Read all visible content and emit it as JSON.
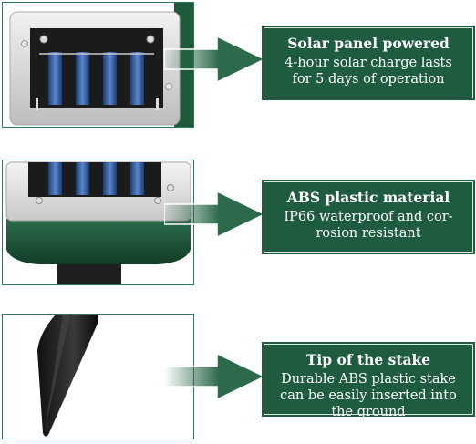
{
  "features": [
    {
      "title": "Solar panel powered",
      "desc_lines": [
        "4-hour solar charge lasts",
        "for 5 days of operation"
      ],
      "image_icon": "solar-panel-top-photo"
    },
    {
      "title": "ABS plastic material",
      "desc_lines": [
        "IP66 waterproof and cor-",
        "rosion resistant"
      ],
      "image_icon": "solar-panel-side-photo"
    },
    {
      "title": "Tip of the stake",
      "desc_lines": [
        "Durable ABS plastic stake",
        "can be easily inserted into",
        "the ground"
      ],
      "image_icon": "stake-tip-photo"
    }
  ],
  "colors": {
    "panel_green": "#1f5b3f",
    "arrow_green": "#2d6a4b",
    "body_green": "#1d5a3c"
  }
}
